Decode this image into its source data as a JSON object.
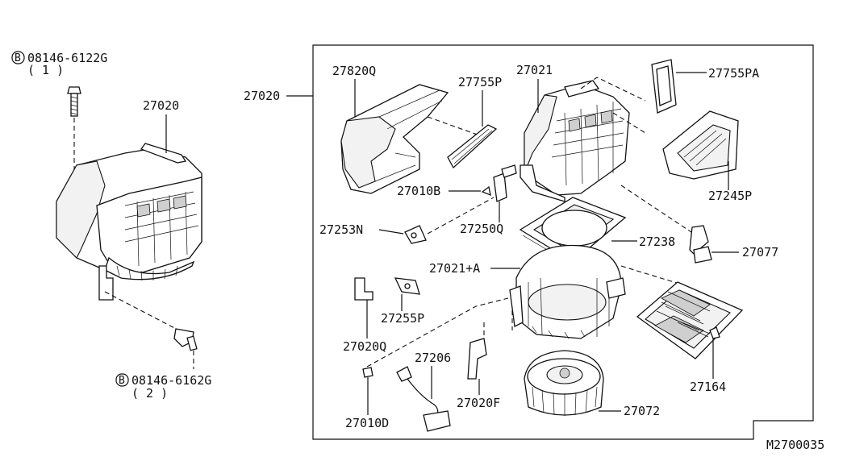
{
  "diagram": {
    "diagram_code": "M2700035",
    "bolts": [
      {
        "symbol": "B",
        "part_no": "08146-6122G",
        "qty": "( 1 )"
      },
      {
        "symbol": "B",
        "part_no": "08146-6162G",
        "qty": "( 2 )"
      }
    ],
    "labels": {
      "p27020_left": "27020",
      "p27020_main": "27020",
      "p27820Q": "27820Q",
      "p27755P": "27755P",
      "p27021": "27021",
      "p27755PA": "27755PA",
      "p27245P": "27245P",
      "p27010B": "27010B",
      "p27253N": "27253N",
      "p27250Q": "27250Q",
      "p27238": "27238",
      "p27077": "27077",
      "p27021A": "27021+A",
      "p27255P": "27255P",
      "p27020Q": "27020Q",
      "p27206": "27206",
      "p27164": "27164",
      "p27020F": "27020F",
      "p27072": "27072",
      "p27010D": "27010D"
    }
  }
}
